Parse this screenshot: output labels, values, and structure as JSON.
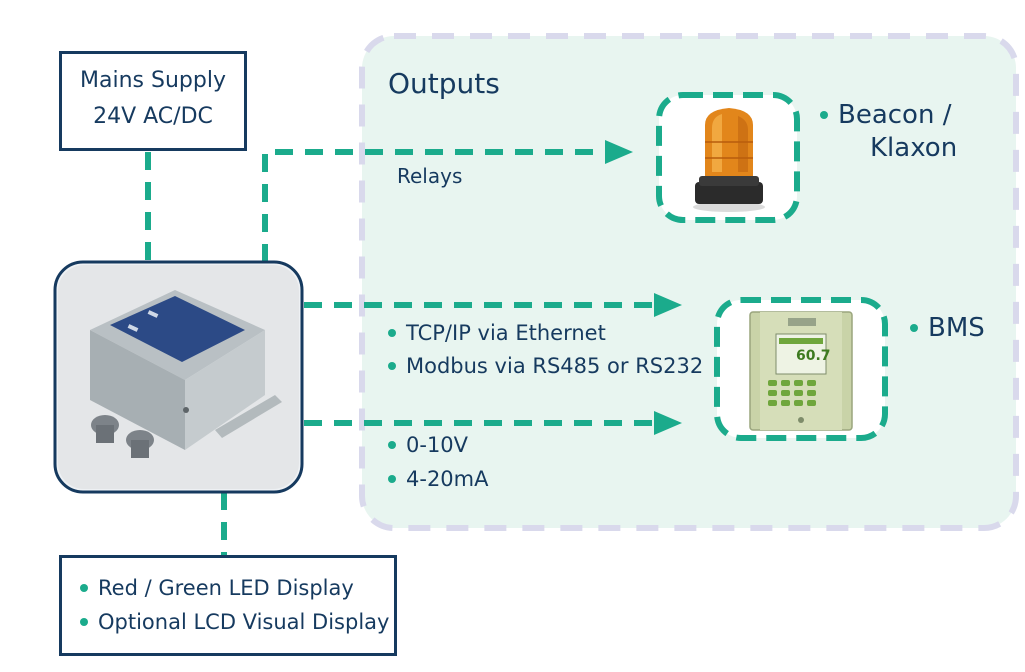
{
  "mains": {
    "line1": "Mains Supply",
    "line2": "24V AC/DC"
  },
  "outputs": {
    "title": "Outputs"
  },
  "relays": {
    "label": "Relays"
  },
  "beacon": {
    "line1": "Beacon /",
    "line2": "Klaxon"
  },
  "bms": {
    "label": "BMS"
  },
  "digital": {
    "items": [
      "TCP/IP via Ethernet",
      "Modbus via RS485 or RS232"
    ]
  },
  "analog": {
    "items": [
      "0-10V",
      "4-20mA"
    ]
  },
  "display": {
    "items": [
      "Red / Green LED Display",
      "Optional LCD Visual Display"
    ]
  },
  "bms_screen": {
    "reading": "60.7"
  },
  "colors": {
    "navy": "#163a5f",
    "teal": "#1bab8c",
    "panel_bg": "#e8f5f0",
    "panel_border": "#d9d9ec"
  }
}
